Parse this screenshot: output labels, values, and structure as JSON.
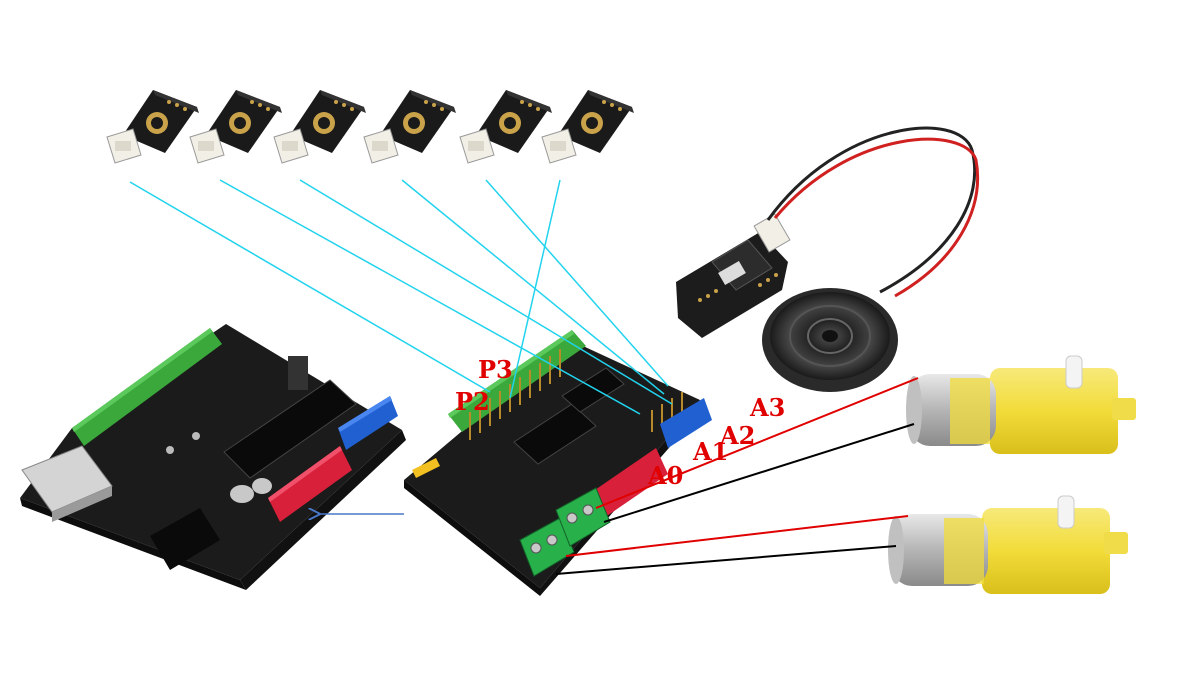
{
  "diagram": {
    "labels": {
      "p2": "P2",
      "p3": "P3",
      "a0": "A0",
      "a1": "A1",
      "a2": "A2",
      "a3": "A3"
    },
    "label_color": "#e00000",
    "sensor_wire_color": "#22d3ee",
    "motor_wire_colors": [
      "#e00000",
      "#000000"
    ],
    "arrow_color": "#4a78c8",
    "components": {
      "controller_board": "DFRduino UNO",
      "shield": "DFRobot motor shield",
      "sensors": [
        "line-sensor",
        "line-sensor",
        "line-sensor",
        "line-sensor",
        "line-sensor",
        "line-sensor"
      ],
      "audio_module": "mp3-module",
      "speaker": "speaker",
      "motors": [
        "gear-motor",
        "gear-motor"
      ]
    }
  }
}
